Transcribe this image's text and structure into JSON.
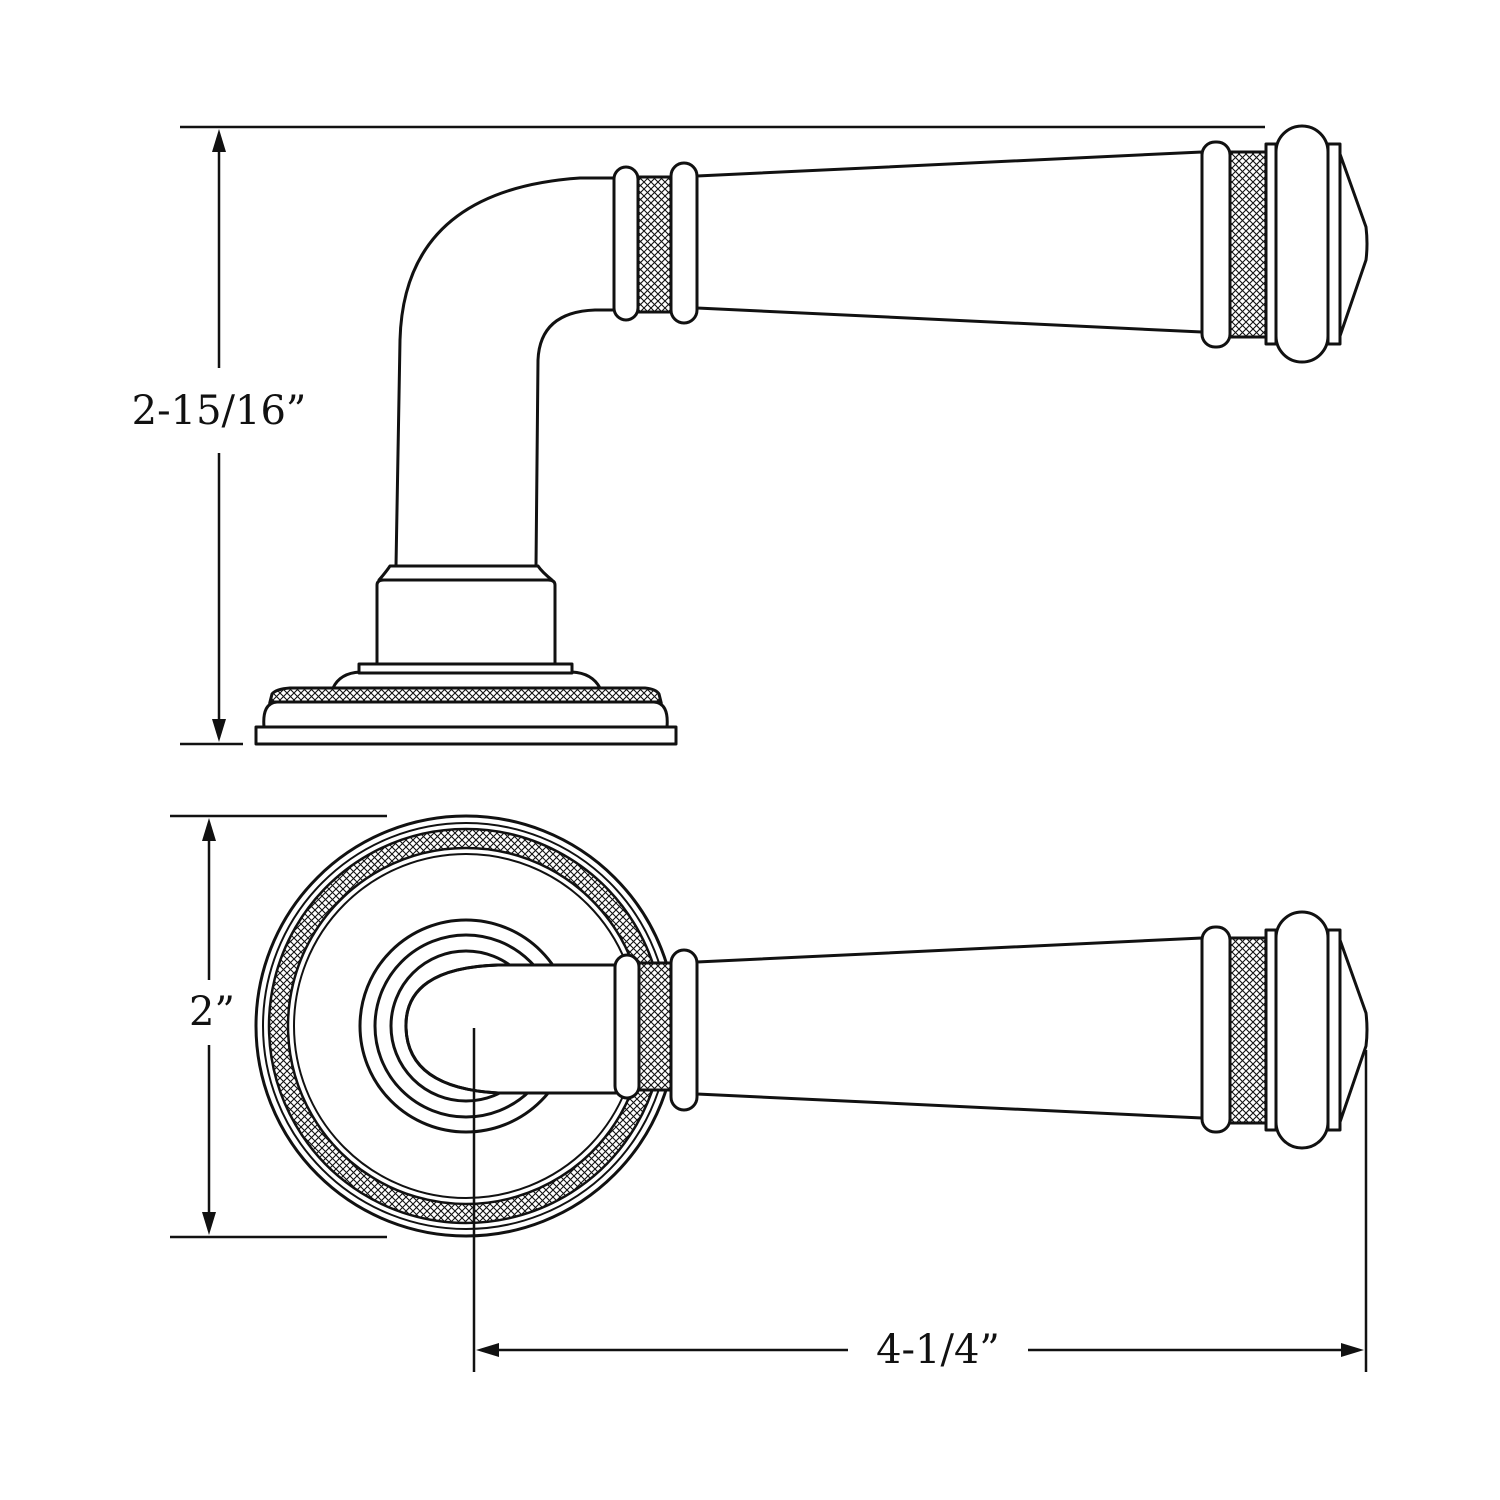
{
  "dimensions": {
    "height_label": "2-15/16”",
    "rose_diameter_label": "2”",
    "length_label": "4-1/4”"
  },
  "colors": {
    "line": "#111111",
    "background": "#ffffff"
  }
}
